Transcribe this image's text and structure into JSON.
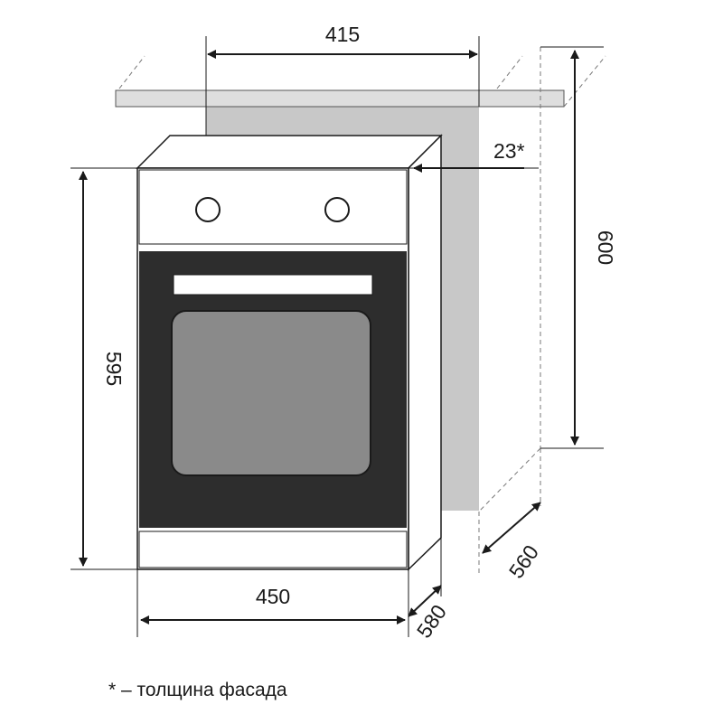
{
  "dimensions": {
    "niche_top_width": "415",
    "facade_thickness": "23*",
    "niche_height": "600",
    "oven_height": "595",
    "niche_depth": "560",
    "oven_width": "450",
    "oven_depth": "580"
  },
  "footnote": "* – толщина фасада",
  "colors": {
    "line": "#1a1a1a",
    "niche_gray": "#c8c8c8",
    "counter_top": "#dedede",
    "door_dark": "#2d2d2d",
    "window": "#8a8a8a",
    "panel_face": "#ffffff"
  },
  "icons": {
    "control_knob": "circle-knob",
    "door_handle": "bar-handle"
  }
}
